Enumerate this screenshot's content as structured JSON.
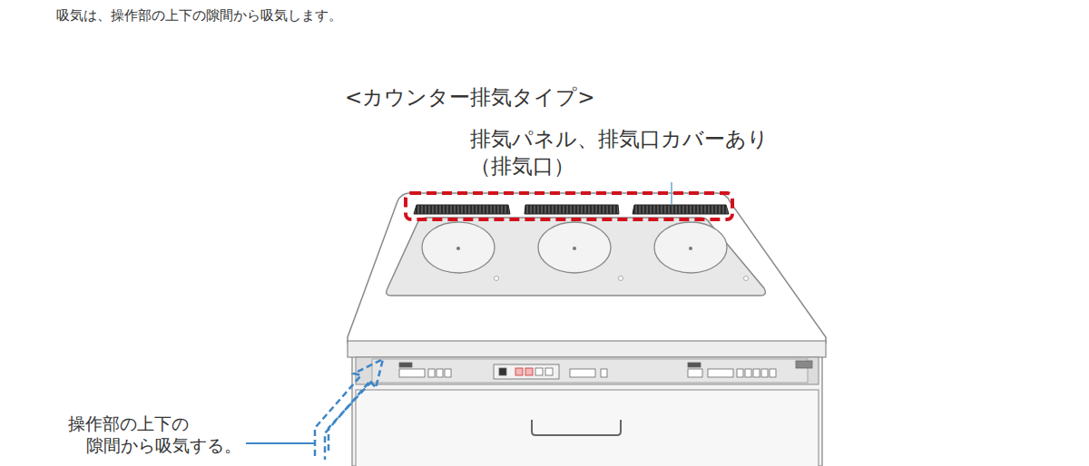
{
  "diagram": {
    "labels": [
      "吸気は、操作部の上下の隙間から吸気します。",
      "<カウンター排気タイプ>",
      "排気パネル、排気口カバーあり",
      "（排気口）",
      "操作部の上下の",
      "隙間から吸気する。"
    ]
  }
}
